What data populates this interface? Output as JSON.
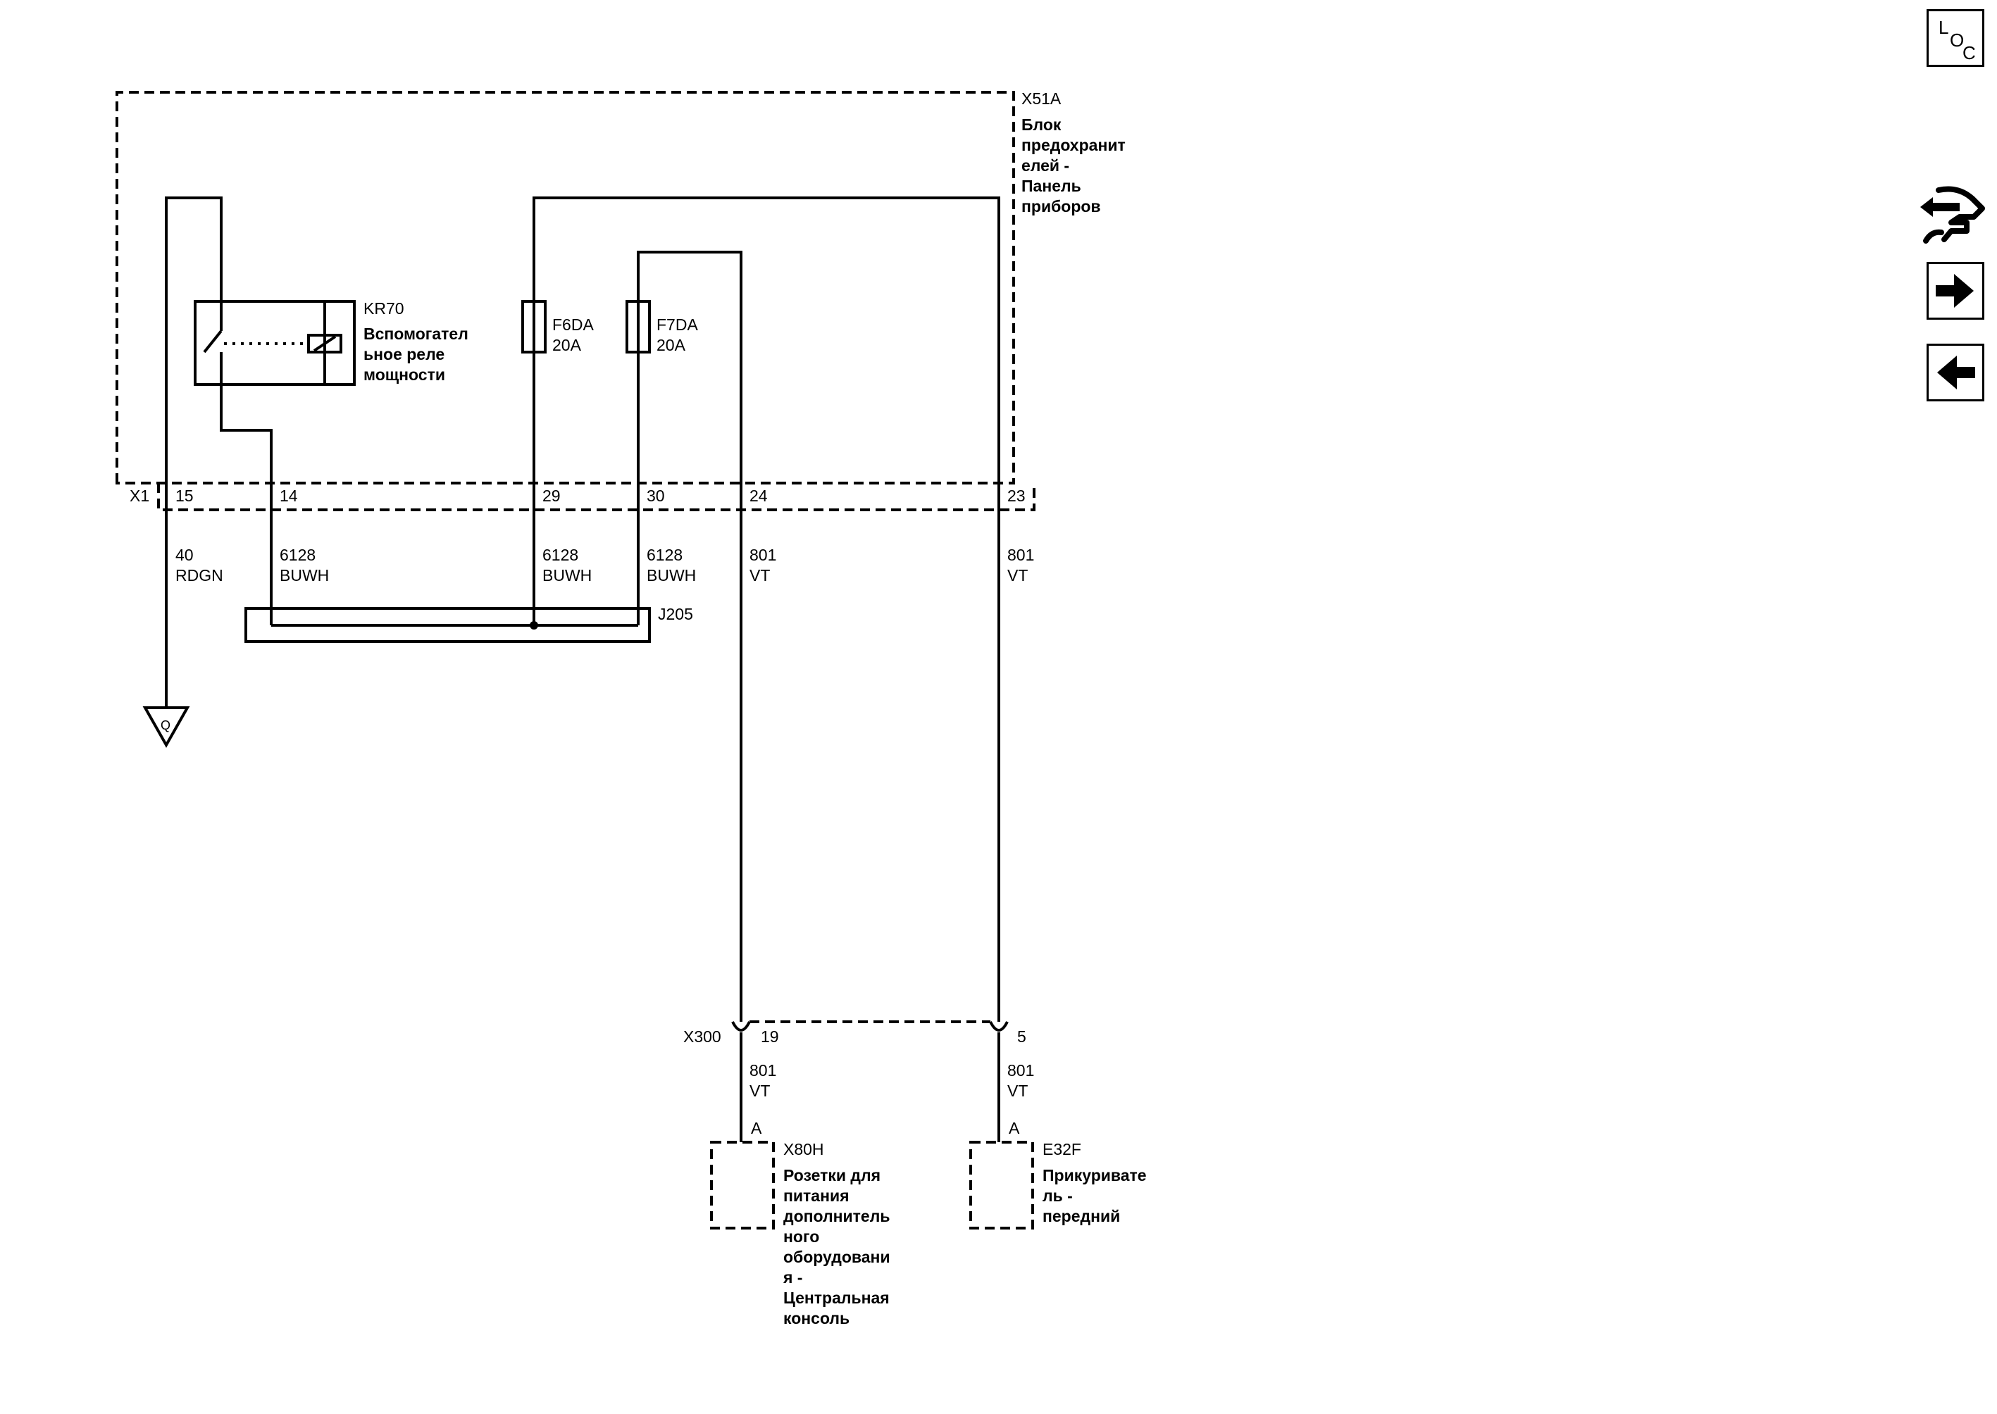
{
  "x51a": {
    "id": "X51A",
    "name_lines": [
      "Блок",
      "предохранит",
      "елей -",
      "Панель",
      "приборов"
    ]
  },
  "relay": {
    "id": "KR70",
    "name_lines": [
      "Вспомогател",
      "ьное реле",
      "мощности"
    ]
  },
  "fuses": [
    {
      "id": "F6DA",
      "rating": "20A"
    },
    {
      "id": "F7DA",
      "rating": "20A"
    }
  ],
  "x1": {
    "id": "X1",
    "pins": [
      "15",
      "14",
      "29",
      "30",
      "24",
      "23"
    ]
  },
  "wires": [
    {
      "circuit": "40",
      "color": "RDGN"
    },
    {
      "circuit": "6128",
      "color": "BUWH"
    },
    {
      "circuit": "6128",
      "color": "BUWH"
    },
    {
      "circuit": "6128",
      "color": "BUWH"
    },
    {
      "circuit": "801",
      "color": "VT"
    },
    {
      "circuit": "801",
      "color": "VT"
    }
  ],
  "splice": {
    "id": "J205"
  },
  "ground": {
    "id": "Q"
  },
  "x300": {
    "id": "X300",
    "pins": [
      "19",
      "5"
    ],
    "wires": [
      {
        "circuit": "801",
        "color": "VT"
      },
      {
        "circuit": "801",
        "color": "VT"
      }
    ]
  },
  "components": [
    {
      "pin": "A",
      "id": "X80H",
      "name_lines": [
        "Розетки для",
        "питания",
        "дополнитель",
        "ного",
        "оборудовани",
        "я -",
        "Центральная",
        "консоль"
      ]
    },
    {
      "pin": "A",
      "id": "E32F",
      "name_lines": [
        "Прикуривате",
        "ль -",
        "передний"
      ]
    }
  ],
  "side_nav": {
    "loc_letters": [
      "L",
      "O",
      "C"
    ],
    "icons": [
      "loc-icon",
      "related-circuit-icon",
      "next-page-arrow-icon",
      "previous-page-arrow-icon"
    ]
  }
}
